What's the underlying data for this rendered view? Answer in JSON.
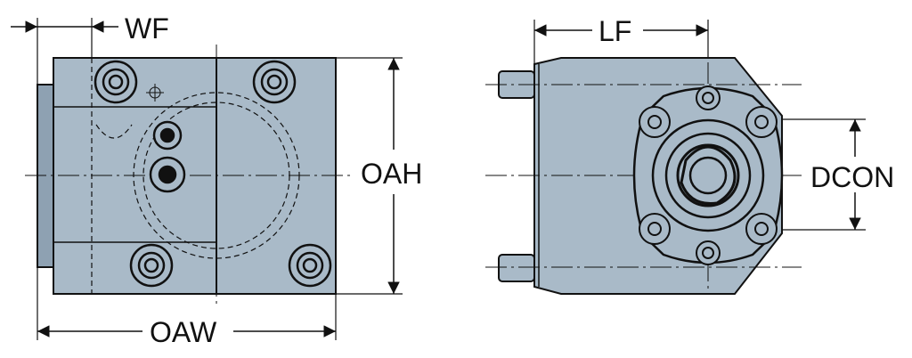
{
  "labels": {
    "wf": "WF",
    "oah": "OAH",
    "oaw": "OAW",
    "lf": "LF",
    "dcon": "DCON"
  },
  "colors": {
    "body_fill": "#a9bac8",
    "flange_fill": "#8ea1b2",
    "stroke": "#111111",
    "dim_line": "#111111"
  }
}
